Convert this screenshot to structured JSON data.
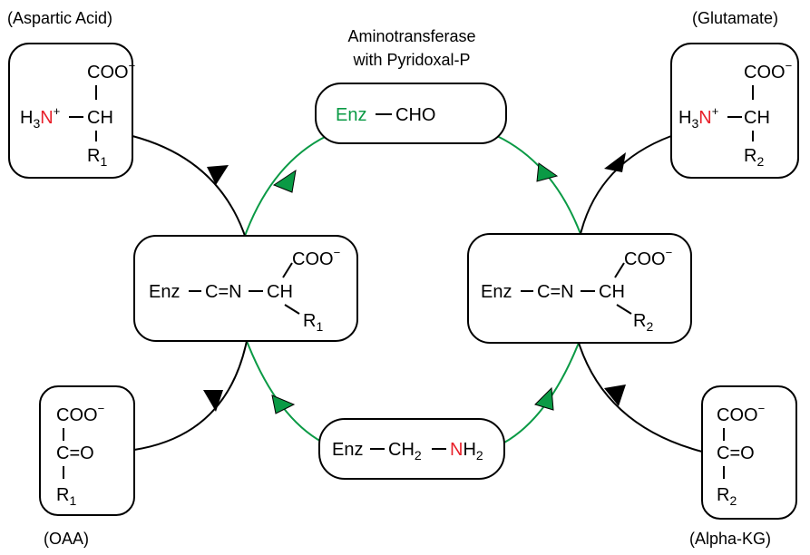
{
  "colors": {
    "enzyme": "#0a9a45",
    "nitrogen": "#e8202a",
    "r1": "#1aa7e0",
    "r2": "#f0a21a",
    "cycle_line": "#0a9a45",
    "arrow_line": "#000000"
  },
  "labels": {
    "aspartic": "(Aspartic Acid)",
    "glutamate": "(Glutamate)",
    "oaa": "(OAA)",
    "alphakg": "(Alpha-KG)",
    "aminotransferase_line1": "Aminotransferase",
    "aminotransferase_line2": "with Pyridoxal-P"
  },
  "chem": {
    "enz": "Enz",
    "cho": "CHO",
    "coo": "COO",
    "minus": "−",
    "ch": "CH",
    "h": "H",
    "n": "N",
    "plus": "+",
    "three": "3",
    "two": "2",
    "r": "R",
    "one": "1",
    "c_eq_n": "C=N",
    "c_eq_o": "C=O",
    "c": "C",
    "nh": "NH"
  }
}
